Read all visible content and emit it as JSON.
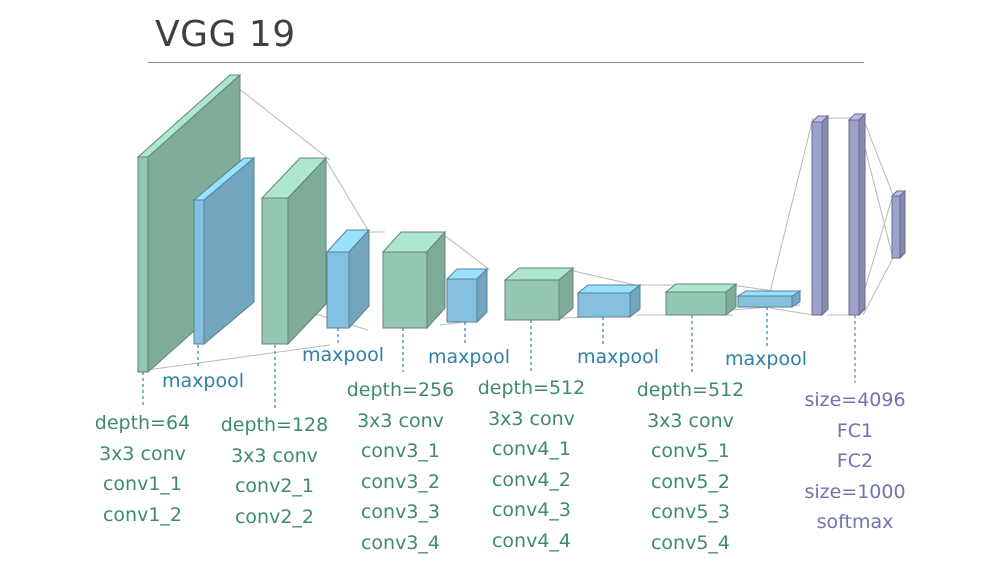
{
  "title": "VGG 19",
  "colors": {
    "conv": "#9fd6bf",
    "pool": "#8fd0ef",
    "fc": "#a9aedb",
    "green_text": "#3e8a6e",
    "blue_text": "#2f7fa6",
    "purple_text": "#6f75ac"
  },
  "pool_labels": [
    "maxpool",
    "maxpool",
    "maxpool",
    "maxpool",
    "maxpool"
  ],
  "blocks": [
    {
      "lines": [
        "depth=64",
        "3x3 conv",
        "conv1_1",
        "conv1_2"
      ]
    },
    {
      "lines": [
        "depth=128",
        "3x3 conv",
        "conv2_1",
        "conv2_2"
      ]
    },
    {
      "lines": [
        "depth=256",
        "3x3 conv",
        "conv3_1",
        "conv3_2",
        "conv3_3",
        "conv3_4"
      ]
    },
    {
      "lines": [
        "depth=512",
        "3x3 conv",
        "conv4_1",
        "conv4_2",
        "conv4_3",
        "conv4_4"
      ]
    },
    {
      "lines": [
        "depth=512",
        "3x3 conv",
        "conv5_1",
        "conv5_2",
        "conv5_3",
        "conv5_4"
      ]
    }
  ],
  "fc_block": {
    "lines": [
      "size=4096",
      "FC1",
      "FC2",
      "size=1000",
      "softmax"
    ]
  }
}
